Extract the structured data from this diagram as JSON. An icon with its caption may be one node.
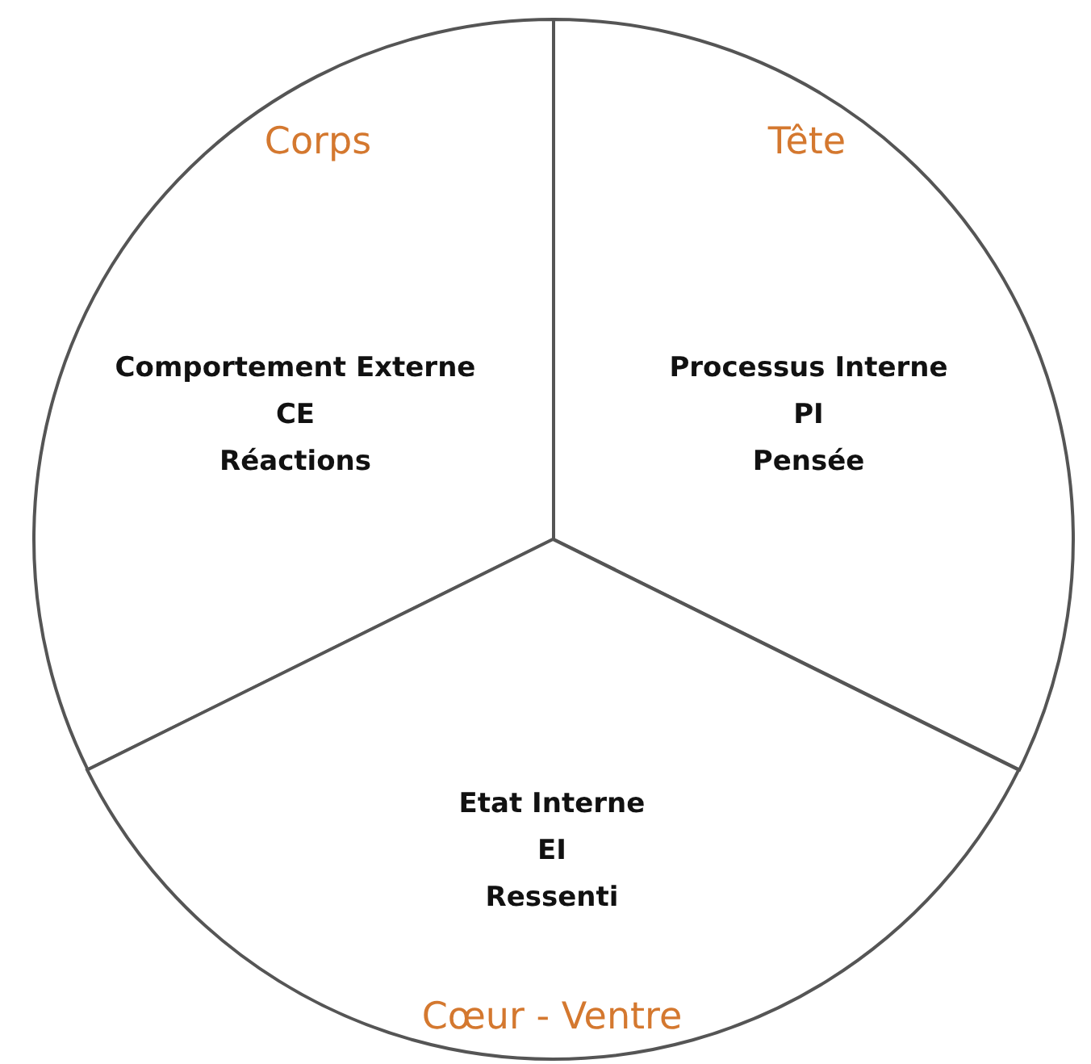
{
  "diagram": {
    "nodes": [
      {
        "text": [
          "Corps",
          "Comportement Externe",
          "CE",
          "Réactions"
        ]
      },
      {
        "text": [
          "Tête",
          "Processus Interne",
          "PI",
          "Pensée"
        ]
      },
      {
        "text": [
          "Etat Interne",
          "EI",
          "Ressenti",
          "Cœur - Ventre"
        ]
      }
    ]
  }
}
